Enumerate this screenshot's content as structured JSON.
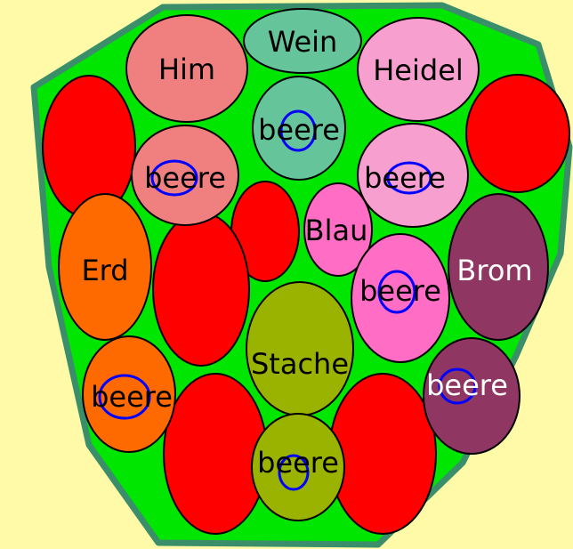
{
  "colors": {
    "background": "#fffaa8",
    "board_fill": "#00e600",
    "board_border": "#3a8f6a",
    "filler_red": "#ff0000",
    "circle_outline": "#0000ff"
  },
  "berries": [
    {
      "label": "Wein",
      "fill": "#66c49a",
      "text_color": "#000000",
      "has_circle": false
    },
    {
      "label": "Him",
      "fill": "#f08080",
      "text_color": "#000000",
      "has_circle": false
    },
    {
      "label": "Heidel",
      "fill": "#f7a0d0",
      "text_color": "#000000",
      "has_circle": false
    },
    {
      "label": "beere",
      "fill": "#66c49a",
      "text_color": "#000000",
      "has_circle": true
    },
    {
      "label": "beere",
      "fill": "#f08080",
      "text_color": "#000000",
      "has_circle": true
    },
    {
      "label": "beere",
      "fill": "#f7a0d0",
      "text_color": "#000000",
      "has_circle": true
    },
    {
      "label": "Blau",
      "fill": "#ff6ec4",
      "text_color": "#000000",
      "has_circle": false
    },
    {
      "label": "Erd",
      "fill": "#ff6a00",
      "text_color": "#000000",
      "has_circle": false
    },
    {
      "label": "Brom",
      "fill": "#8f3662",
      "text_color": "#ffffff",
      "has_circle": false
    },
    {
      "label": "beere",
      "fill": "#ff6ec4",
      "text_color": "#000000",
      "has_circle": true
    },
    {
      "label": "Stache",
      "fill": "#99b300",
      "text_color": "#000000",
      "has_circle": false
    },
    {
      "label": "beere",
      "fill": "#ff6a00",
      "text_color": "#000000",
      "has_circle": true
    },
    {
      "label": "beere",
      "fill": "#8f3662",
      "text_color": "#ffffff",
      "has_circle": true
    },
    {
      "label": "beere",
      "fill": "#99b300",
      "text_color": "#000000",
      "has_circle": true
    }
  ]
}
